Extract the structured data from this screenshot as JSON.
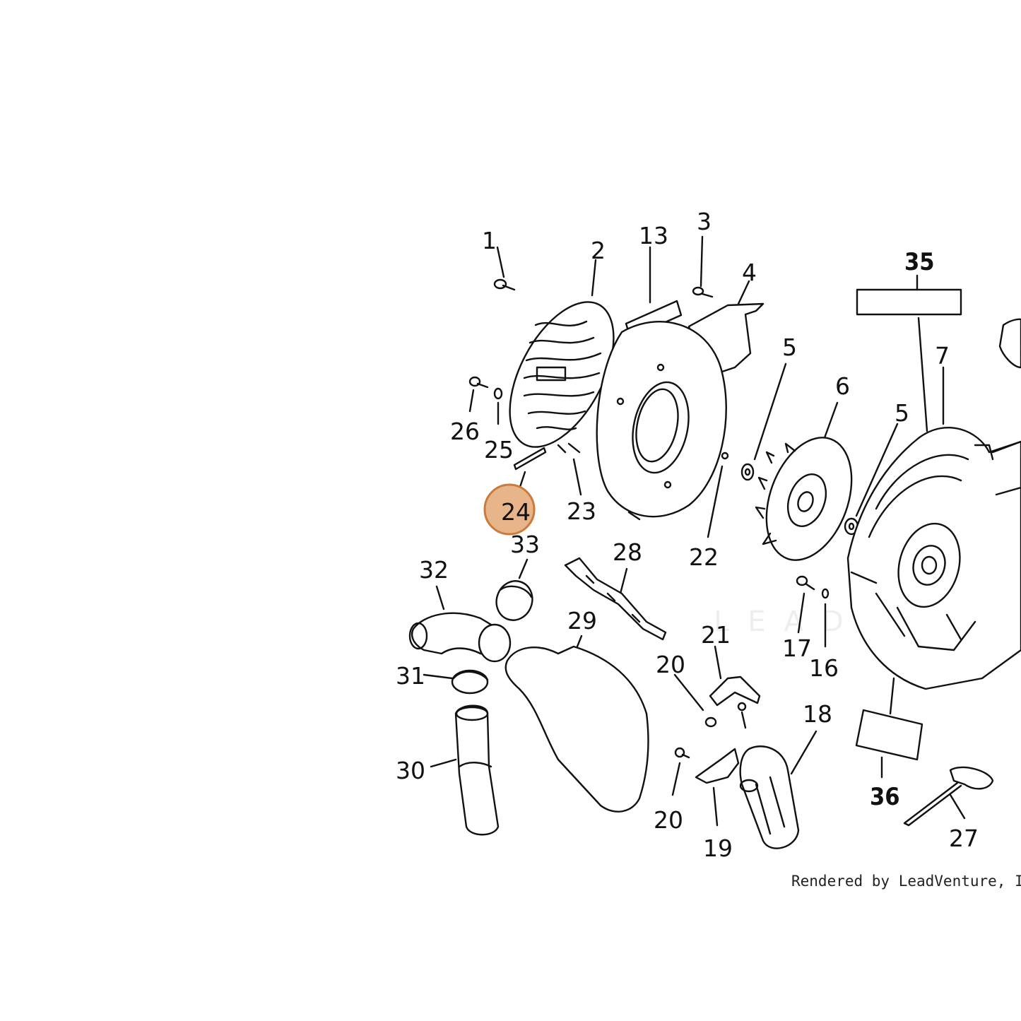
{
  "diagram": {
    "highlighted_callout": "24",
    "highlight_color": "#e8b48a",
    "highlight_stroke": "#c97a3c",
    "callouts": [
      "1",
      "2",
      "3",
      "4",
      "5",
      "5",
      "6",
      "7",
      "13",
      "16",
      "17",
      "18",
      "19",
      "20",
      "20",
      "21",
      "22",
      "23",
      "24",
      "25",
      "26",
      "27",
      "28",
      "29",
      "30",
      "31",
      "32",
      "33",
      "35",
      "36"
    ]
  },
  "credit": "Rendered by LeadVenture, Inc.",
  "watermark": {
    "text": "LEADVENTU"
  }
}
